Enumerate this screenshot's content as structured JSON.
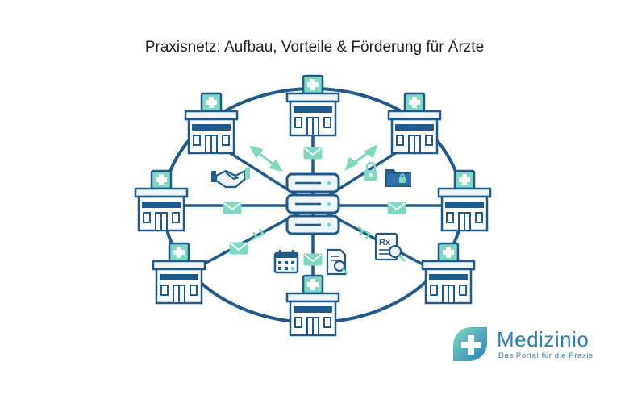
{
  "title": "Praxisnetz: Aufbau, Vorteile & Förderung für Ärzte",
  "colors": {
    "stroke": "#1f5a8c",
    "mint": "#7fd9c0",
    "fill_light": "#eef6fc",
    "line": "#1f5a8c"
  },
  "diagram": {
    "center": "server-hub",
    "nodes": [
      "clinic",
      "clinic",
      "clinic",
      "clinic",
      "clinic",
      "clinic",
      "clinic",
      "clinic"
    ],
    "link_icons": [
      "envelope-icon",
      "handshake-icon",
      "lock-icon",
      "folder-icon",
      "calendar-icon",
      "document-search-icon",
      "prescription-icon",
      "double-arrow-icon"
    ]
  },
  "logo": {
    "name": "Medizinio",
    "tagline": "Das Portal für die Praxis"
  }
}
